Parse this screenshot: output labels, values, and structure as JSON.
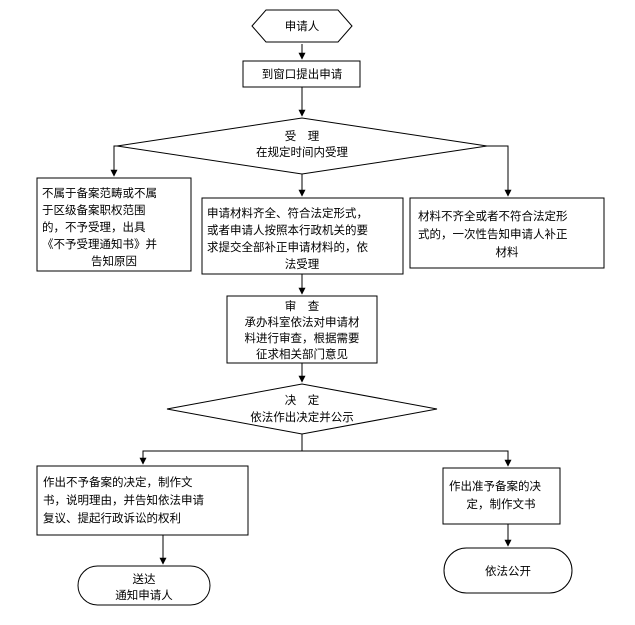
{
  "flowchart": {
    "start": {
      "label": "申请人"
    },
    "submit": {
      "label": "到窗口提出申请"
    },
    "accept": {
      "title": "受　理",
      "subtitle": "在规定时间内受理"
    },
    "not_accepted": {
      "lines": [
        "不属于备案范畴或不属",
        "于区级备案职权范围",
        "的，不予受理，出具",
        "《不予受理通知书》并",
        "告知原因"
      ]
    },
    "accepted": {
      "lines": [
        "申请材料齐全、符合法定形式，",
        "或者申请人按照本行政机关的要",
        "求提交全部补正申请材料的，依",
        "法受理"
      ]
    },
    "incomplete": {
      "lines": [
        "材料不齐全或者不符合法定形",
        "式的，一次性告知申请人补正",
        "材料"
      ]
    },
    "review": {
      "title": "审　查",
      "lines": [
        "承办科室依法对申请材",
        "料进行审查，根据需要",
        "征求相关部门意见"
      ]
    },
    "decision": {
      "title": "决　定",
      "subtitle": "依法作出决定并公示"
    },
    "reject": {
      "lines": [
        "作出不予备案的决定，制作文",
        "书，说明理由，并告知依法申请",
        "复议、提起行政诉讼的权利"
      ]
    },
    "approve": {
      "lines": [
        "作出准予备案的决",
        "定，制作文书"
      ]
    },
    "notify": {
      "lines": [
        "送达",
        "通知申请人"
      ]
    },
    "publish": {
      "label": "依法公开"
    }
  }
}
